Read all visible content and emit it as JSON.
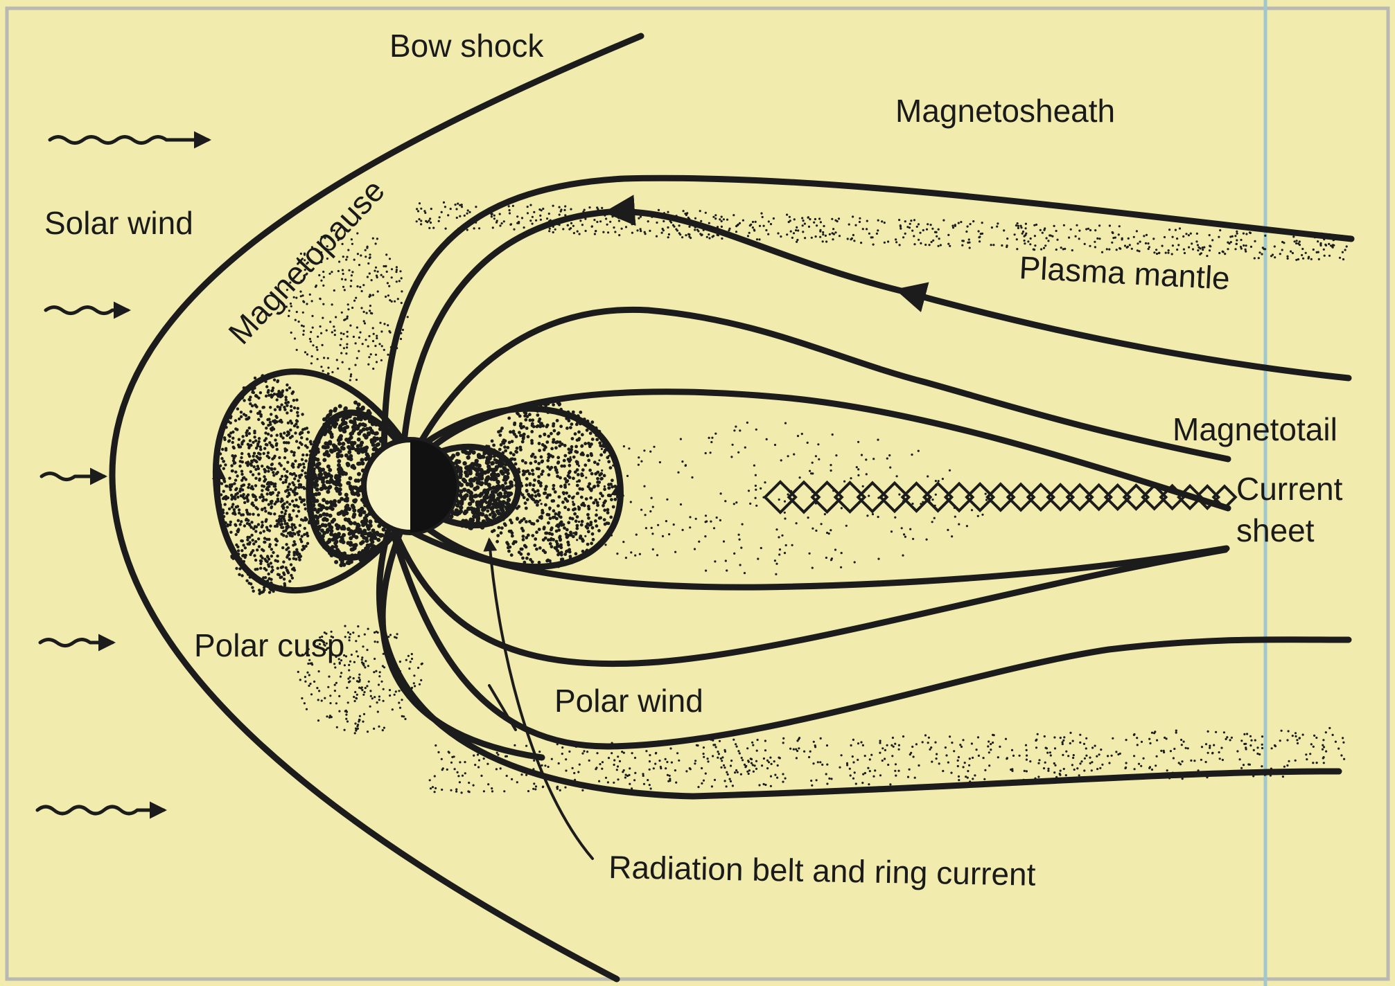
{
  "labels": {
    "bow_shock": "Bow shock",
    "magnetosheath": "Magnetosheath",
    "solar_wind": "Solar wind",
    "magnetopause": "Magnetopause",
    "plasma_mantle": "Plasma mantle",
    "magnetotail": "Magnetotail",
    "current_sheet_line1": "Current",
    "current_sheet_line2": "sheet",
    "polar_cusp": "Polar cusp",
    "polar_wind": "Polar wind",
    "radiation_belt": "Radiation belt and ring current"
  },
  "colors": {
    "background": "#f1ecae",
    "ink": "#1c1c1c",
    "frame": "#b9b8b2",
    "crease": "#9fc9cf"
  }
}
